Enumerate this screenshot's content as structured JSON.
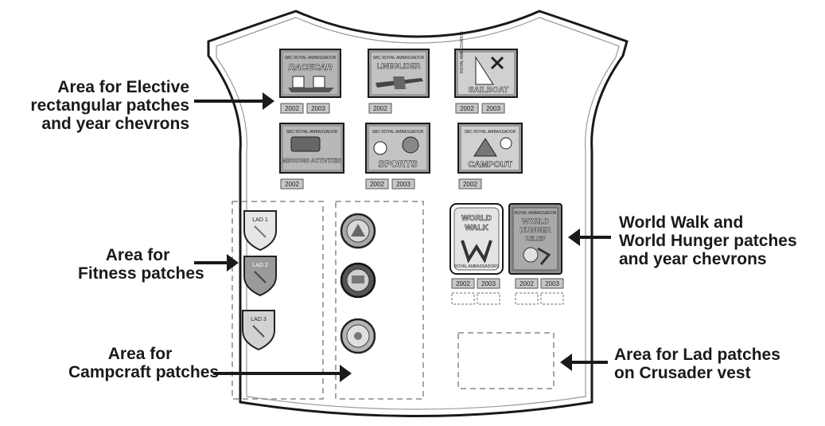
{
  "labels": {
    "elective": [
      "Area for Elective",
      "rectangular patches",
      "and year chevrons"
    ],
    "fitness": [
      "Area for",
      "Fitness patches"
    ],
    "campcraft": [
      "Area for",
      "Campcraft patches"
    ],
    "world": [
      "World Walk and",
      "World Hunger patches",
      "and year chevrons"
    ],
    "lad": [
      "Area for Lad patches",
      "on Crusader vest"
    ]
  },
  "patches": {
    "elective": [
      {
        "header": "SBC ROYAL AMBASSADOR",
        "title": "RACECAR",
        "years": [
          "2002",
          "2003"
        ]
      },
      {
        "header": "SBC ROYAL AMBASSADOR",
        "title": "LINEGLIDER",
        "years": [
          "2002"
        ]
      },
      {
        "header": "ROYAL AMBASSADOR",
        "title": "SAILBOAT",
        "years": [
          "2002",
          "2003"
        ]
      },
      {
        "header": "SBC ROYAL AMBASSADOR",
        "title": "MISSIONS ACTIVITIES",
        "years": [
          "2002"
        ]
      },
      {
        "header": "SBC ROYAL AMBASSADOR",
        "title": "SPORTS",
        "years": [
          "2002",
          "2003"
        ]
      },
      {
        "header": "SBC ROYAL AMBASSADOR",
        "title": "CAMPOUT",
        "years": [
          "2002"
        ]
      }
    ],
    "fitness": [
      "LAD 1",
      "LAD 2",
      "LAD 3"
    ],
    "world": [
      {
        "title_line1": "WORLD",
        "title_line2": "WALK",
        "footer": "ROYAL AMBASSADORS",
        "years": [
          "2002",
          "2003"
        ]
      },
      {
        "header": "ROYAL AMBASSADOR",
        "title_line1": "WORLD",
        "title_line2": "HUNGER",
        "title_line3": "RELIEF",
        "years": [
          "2002",
          "2003"
        ]
      }
    ]
  },
  "colors": {
    "ink": "#1a1a1a",
    "vest_fill": "#ffffff",
    "patch_fill": "#9a9a9a",
    "chevron_fill": "#c8c8c8",
    "dashed": "#888888"
  }
}
